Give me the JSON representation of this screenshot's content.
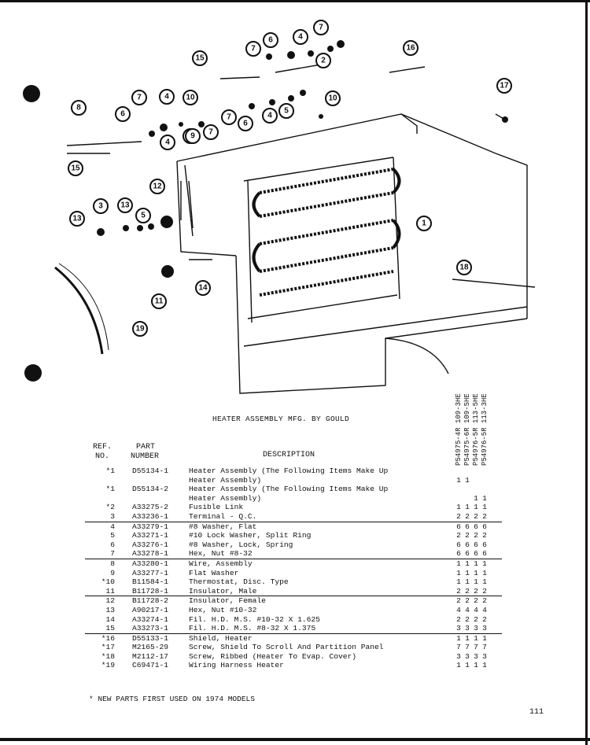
{
  "caption": "HEATER ASSEMBLY  MFG. BY GOULD",
  "headers": {
    "ref_line1": "REF.",
    "ref_line2": "NO.",
    "part_line1": "PART",
    "part_line2": "NUMBER",
    "description": "DESCRIPTION"
  },
  "models": [
    "P54975-4R 109-3HE",
    "P54975-6R 109-5HE",
    "P54976-5R 113-5HE",
    "P54976-5R 113-3HE"
  ],
  "callouts": [
    "1",
    "2",
    "3",
    "4",
    "4",
    "4",
    "4",
    "5",
    "5",
    "6",
    "6",
    "6",
    "6",
    "7",
    "7",
    "7",
    "7",
    "7",
    "8",
    "9",
    "9",
    "10",
    "10",
    "11",
    "12",
    "13",
    "13",
    "14",
    "15",
    "15",
    "16",
    "17",
    "18",
    "19"
  ],
  "parts": [
    {
      "ref": "*1",
      "part": "D55134-1",
      "desc": "Heater Assembly (The Following Items Make Up",
      "q": [
        "",
        "",
        "",
        ""
      ]
    },
    {
      "ref": "",
      "part": "",
      "desc": "Heater Assembly)",
      "q": [
        "1",
        "1",
        "",
        ""
      ]
    },
    {
      "ref": "*1",
      "part": "D55134-2",
      "desc": "Heater Assembly (The Following Items Make Up",
      "q": [
        "",
        "",
        "",
        ""
      ]
    },
    {
      "ref": "",
      "part": "",
      "desc": "Heater Assembly)",
      "q": [
        "",
        "",
        "1",
        "1"
      ]
    },
    {
      "ref": "*2",
      "part": "A33275-2",
      "desc": "Fusible Link",
      "q": [
        "1",
        "1",
        "1",
        "1"
      ]
    },
    {
      "ref": "3",
      "part": "A33236-1",
      "desc": "Terminal - Q.C.",
      "q": [
        "2",
        "2",
        "2",
        "2"
      ]
    },
    {
      "ref": "4",
      "part": "A33279-1",
      "desc": "#8 Washer, Flat",
      "q": [
        "6",
        "6",
        "6",
        "6"
      ]
    },
    {
      "ref": "5",
      "part": "A33271-1",
      "desc": "#10 Lock Washer, Split Ring",
      "q": [
        "2",
        "2",
        "2",
        "2"
      ]
    },
    {
      "ref": "6",
      "part": "A33276-1",
      "desc": "#8 Washer, Lock, Spring",
      "q": [
        "6",
        "6",
        "6",
        "6"
      ]
    },
    {
      "ref": "7",
      "part": "A33278-1",
      "desc": "Hex, Nut #8-32",
      "q": [
        "6",
        "6",
        "6",
        "6"
      ]
    },
    {
      "ref": "8",
      "part": "A33280-1",
      "desc": "Wire, Assembly",
      "q": [
        "1",
        "1",
        "1",
        "1"
      ]
    },
    {
      "ref": "9",
      "part": "A33277-1",
      "desc": "Flat Washer",
      "q": [
        "1",
        "1",
        "1",
        "1"
      ]
    },
    {
      "ref": "*10",
      "part": "B11584-1",
      "desc": "Thermostat, Disc. Type",
      "q": [
        "1",
        "1",
        "1",
        "1"
      ]
    },
    {
      "ref": "11",
      "part": "B11728-1",
      "desc": "Insulator, Male",
      "q": [
        "2",
        "2",
        "2",
        "2"
      ]
    },
    {
      "ref": "12",
      "part": "B11728-2",
      "desc": "Insulator, Female",
      "q": [
        "2",
        "2",
        "2",
        "2"
      ]
    },
    {
      "ref": "13",
      "part": "A90217-1",
      "desc": "Hex, Nut #10-32",
      "q": [
        "4",
        "4",
        "4",
        "4"
      ]
    },
    {
      "ref": "14",
      "part": "A33274-1",
      "desc": "Fil. H.D. M.S. #10-32 X 1.625",
      "q": [
        "2",
        "2",
        "2",
        "2"
      ]
    },
    {
      "ref": "15",
      "part": "A33273-1",
      "desc": "Fil. H.D. M.S. #8-32 X 1.375",
      "q": [
        "3",
        "3",
        "3",
        "3"
      ]
    },
    {
      "ref": "*16",
      "part": "D55133-1",
      "desc": "Shield, Heater",
      "q": [
        "1",
        "1",
        "1",
        "1"
      ]
    },
    {
      "ref": "*17",
      "part": "M2165-29",
      "desc": "Screw, Shield To Scroll And Partition Panel",
      "q": [
        "7",
        "7",
        "7",
        "7"
      ]
    },
    {
      "ref": "*18",
      "part": "M2112-17",
      "desc": "Screw, Ribbed (Heater To Evap. Cover)",
      "q": [
        "3",
        "3",
        "3",
        "3"
      ]
    },
    {
      "ref": "*19",
      "part": "C69471-1",
      "desc": "Wiring Harness Heater",
      "q": [
        "1",
        "1",
        "1",
        "1"
      ]
    }
  ],
  "note": "* NEW PARTS FIRST USED ON 1974 MODELS",
  "page_number": "111"
}
